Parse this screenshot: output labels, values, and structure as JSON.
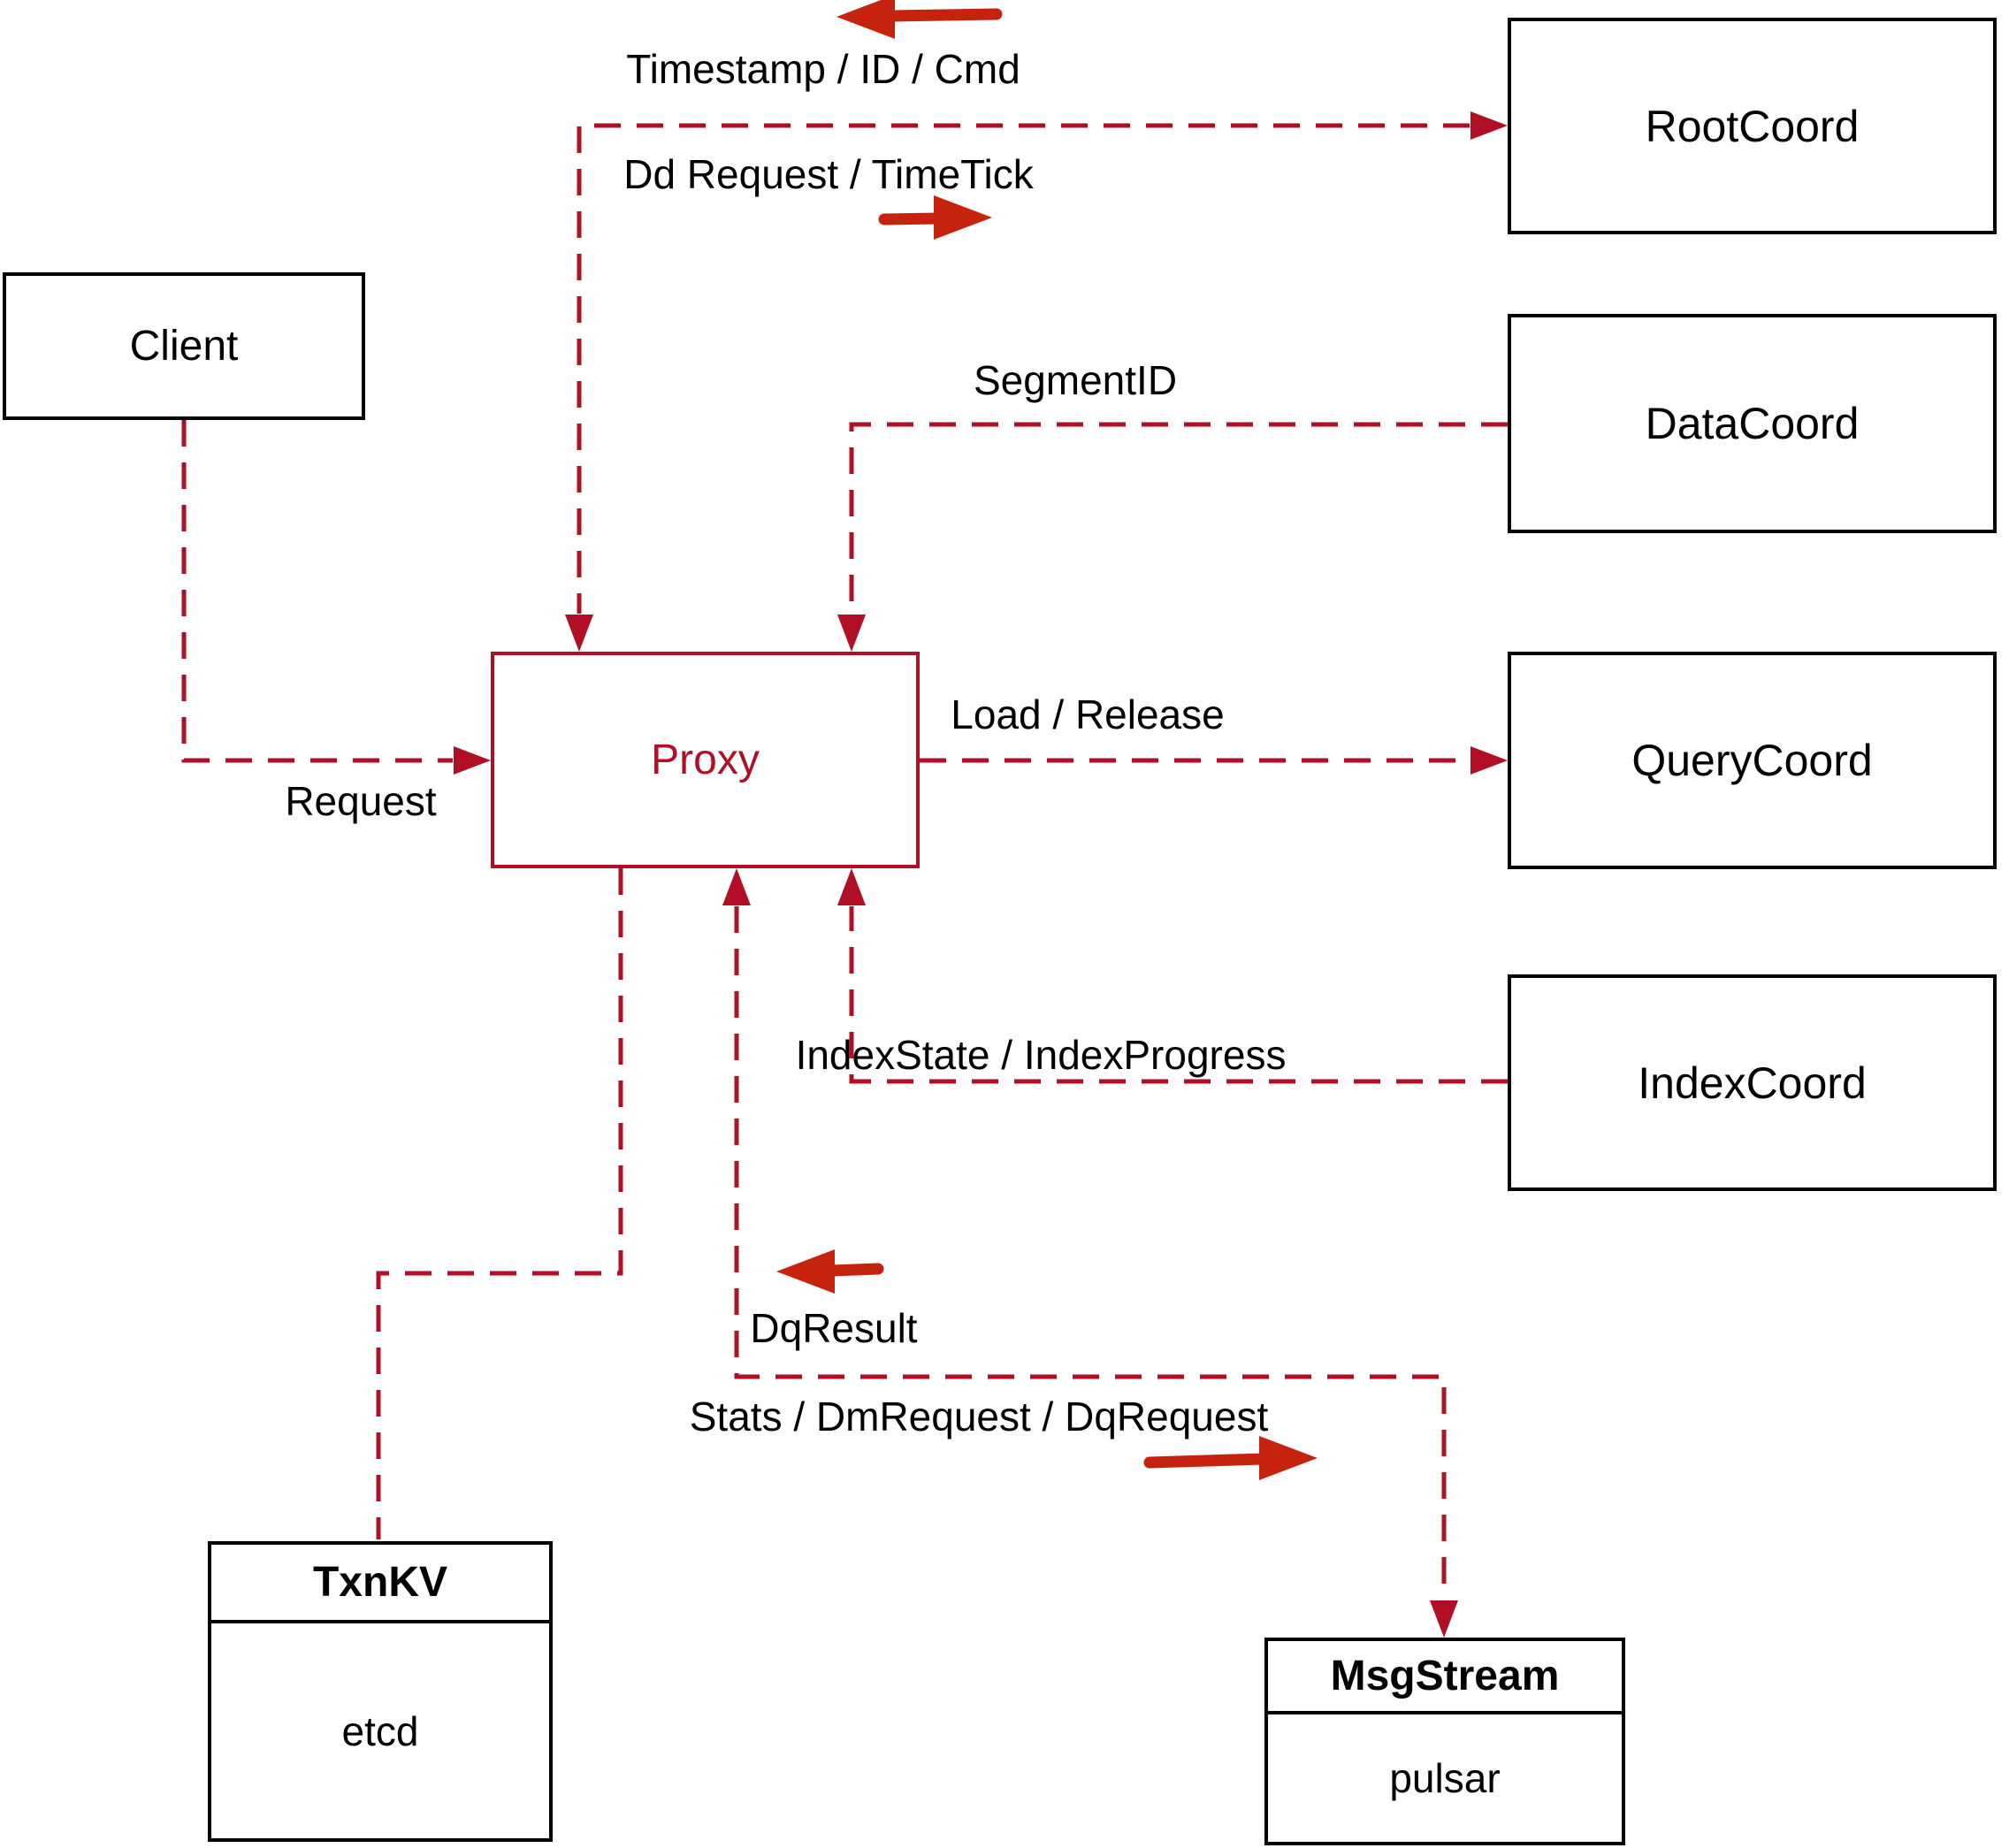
{
  "diagram": {
    "nodes": {
      "client": {
        "label": "Client"
      },
      "proxy": {
        "label": "Proxy"
      },
      "root_coord": {
        "label": "RootCoord"
      },
      "data_coord": {
        "label": "DataCoord"
      },
      "query_coord": {
        "label": "QueryCoord"
      },
      "index_coord": {
        "label": "IndexCoord"
      },
      "txn_kv": {
        "title": "TxnKV",
        "subtitle": "etcd"
      },
      "msg_stream": {
        "title": "MsgStream",
        "subtitle": "pulsar"
      }
    },
    "edge_labels": {
      "timestamp_id_cmd": "Timestamp / ID / Cmd",
      "dd_request_timetick": "Dd Request / TimeTick",
      "segment_id": "SegmentID",
      "load_release": "Load / Release",
      "index_state_progress": "IndexState / IndexProgress",
      "request": "Request",
      "dq_result": "DqResult",
      "stats_dm_dq": "Stats / DmRequest / DqRequest"
    },
    "colors": {
      "connector": "#b00f26",
      "flow_arrow": "#c5230d",
      "box_border": "#000000",
      "text": "#000000"
    }
  }
}
